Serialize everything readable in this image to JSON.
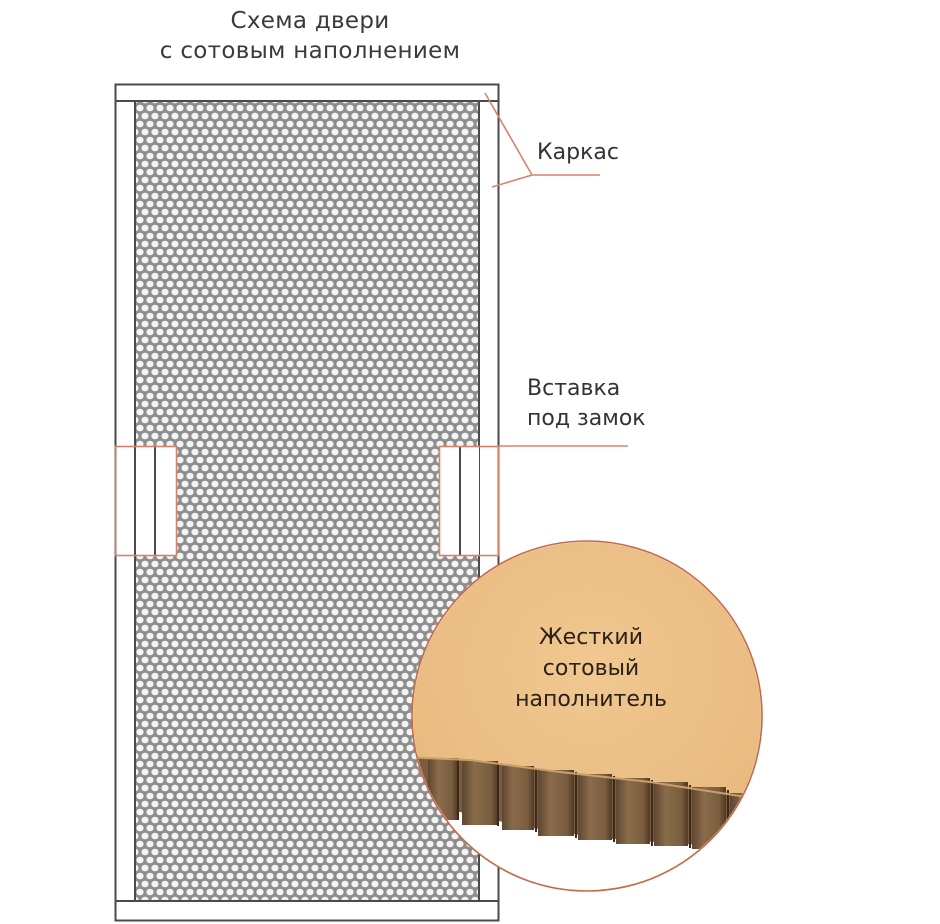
{
  "title": {
    "line1": "Схема двери",
    "line2": "с сотовым наполнением"
  },
  "labels": {
    "frame": "Каркас",
    "lock_insert_line1": "Вставка",
    "lock_insert_line2": "под замок",
    "filler_line1": "Жесткий",
    "filler_line2": "сотовый",
    "filler_line3": "наполнитель"
  },
  "colors": {
    "frame_stroke": "#4a4a4a",
    "leader_line": "#d9826a",
    "honeycomb_fill": "#8c8c8c",
    "cardboard": "#e9bd84",
    "cardboard_dark": "#7a5c3c",
    "circle_border": "#c46a4c"
  }
}
